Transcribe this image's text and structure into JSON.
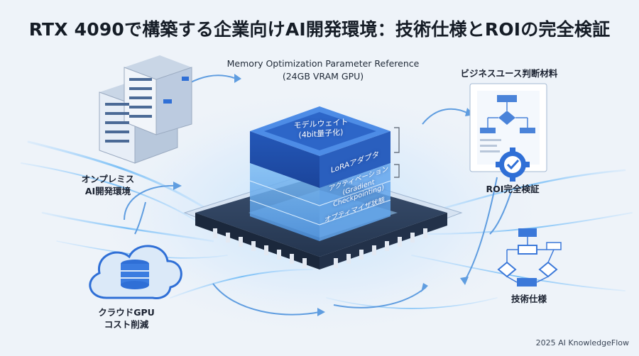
{
  "title": "RTX 4090で構築する企業向けAI開発環境：技術仕様とROIの完全検証",
  "memory_reference": {
    "line1": "Memory Optimization Parameter Reference",
    "line2": "(24GB VRAM GPU)"
  },
  "layers": {
    "model_weights": "モデルウェイト",
    "model_weights_sub": "(4bit量子化)",
    "lora": "LoRAアダプタ",
    "activation": "アクティベーション",
    "activation_sub": "(Gradient Checkpointing)",
    "optimizer": "オプティマイザ状態"
  },
  "nodes": {
    "onprem_line1": "オンプレミス",
    "onprem_line2": "AI開発環境",
    "business": "ビジネスユース判断材料",
    "roi": "ROI完全検証",
    "cloud_line1": "クラウドGPU",
    "cloud_line2": "コスト削減",
    "spec": "技術仕様"
  },
  "footer": "2025 AI KnowledgeFlow",
  "colors": {
    "accent": "#2f6fd6",
    "deep_blue": "#1d4fa8",
    "light_blue": "#8fc3f5",
    "chip": "#2d3f5c"
  },
  "icons": [
    "server-rack-icon",
    "cloud-database-icon",
    "flowchart-document-icon",
    "gear-check-icon",
    "flowchart-icon",
    "gpu-chip-icon"
  ]
}
